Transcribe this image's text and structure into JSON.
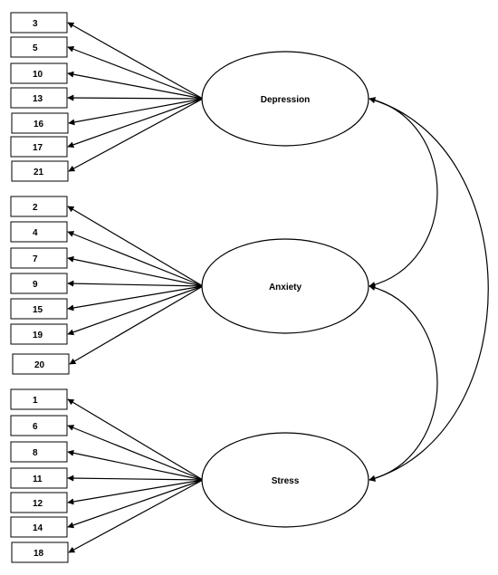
{
  "factors": [
    {
      "label": "Depression",
      "items": [
        "3",
        "5",
        "10",
        "13",
        "16",
        "17",
        "21"
      ]
    },
    {
      "label": "Anxiety",
      "items": [
        "2",
        "4",
        "7",
        "9",
        "15",
        "19",
        "20"
      ]
    },
    {
      "label": "Stress",
      "items": [
        "1",
        "6",
        "8",
        "11",
        "12",
        "14",
        "18"
      ]
    }
  ],
  "correlations": [
    {
      "from": "Depression",
      "to": "Anxiety"
    },
    {
      "from": "Anxiety",
      "to": "Stress"
    },
    {
      "from": "Depression",
      "to": "Stress"
    }
  ]
}
